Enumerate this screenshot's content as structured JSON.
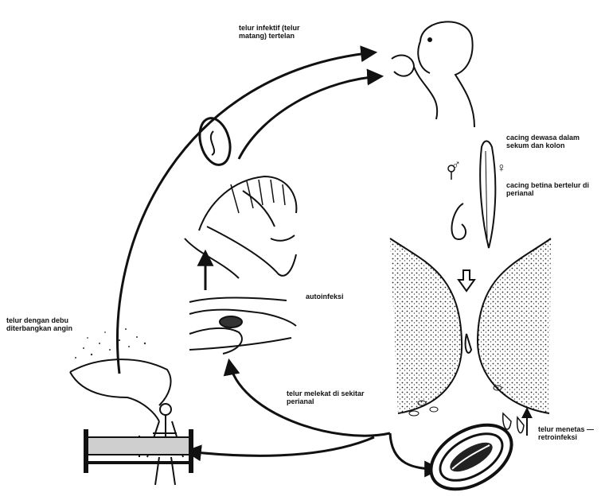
{
  "labels": {
    "eggs_ingested": "telur infektif (telur matang) tertelan",
    "adult_worms": "cacing dewasa dalam sekum dan kolon",
    "male_symbol": "♂",
    "female_symbol": "♀",
    "female_lays_eggs": "cacing betina bertelur di perianal",
    "autoinfection": "autoinfeksi",
    "eggs_in_dust": "telur dengan debu diterbangkan angin",
    "eggs_around_perianal": "telur melekat di sekitar perianal",
    "eggs_hatch_retroinfection": "telur menetas — retroinfeksi"
  }
}
